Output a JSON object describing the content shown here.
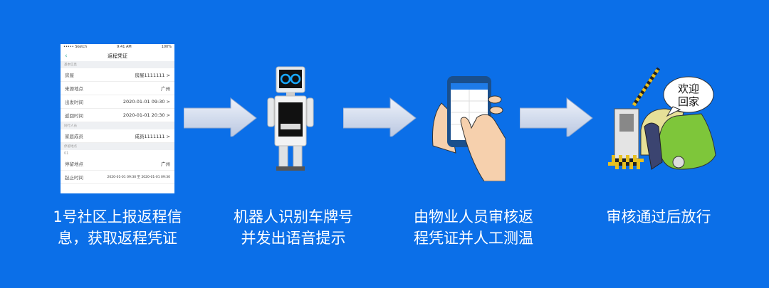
{
  "background_color": "#0b6fe8",
  "step1": {
    "phone": {
      "status": {
        "carrier": "••••• Sketch",
        "time": "9:41 AM",
        "battery": "100%"
      },
      "title": "返程凭证",
      "sections": {
        "basic": "基本信息",
        "travelers": "同行人员",
        "stops": "停留地点"
      },
      "rows": [
        {
          "label": "房屋",
          "value": "房屋1111111 >"
        },
        {
          "label": "来源地点",
          "value": "广州"
        },
        {
          "label": "出发时间",
          "value": "2020-01-01 09:30 >"
        },
        {
          "label": "返回时间",
          "value": "2020-01-01 20:30 >"
        }
      ],
      "member": {
        "label": "家庭成员",
        "value": "成员1111111 >"
      },
      "stop_tag": "01",
      "stop_place": {
        "label": "停留地点",
        "value": "广州"
      },
      "stop_time": {
        "label": "起止时间",
        "from": "2020-01-01 09:30",
        "sep": "至",
        "to": "2020-01-01 09:30"
      }
    },
    "caption": [
      "1号社区上报返程信",
      "息，获取返程凭证"
    ]
  },
  "step2": {
    "caption": [
      "机器人识别车牌号",
      "并发出语音提示"
    ]
  },
  "step3": {
    "caption": [
      "由物业人员审核返",
      "程凭证并人工测温"
    ]
  },
  "step4": {
    "speech_bubble": [
      "欢迎",
      "回家"
    ],
    "caption": [
      "审核通过后放行"
    ]
  }
}
